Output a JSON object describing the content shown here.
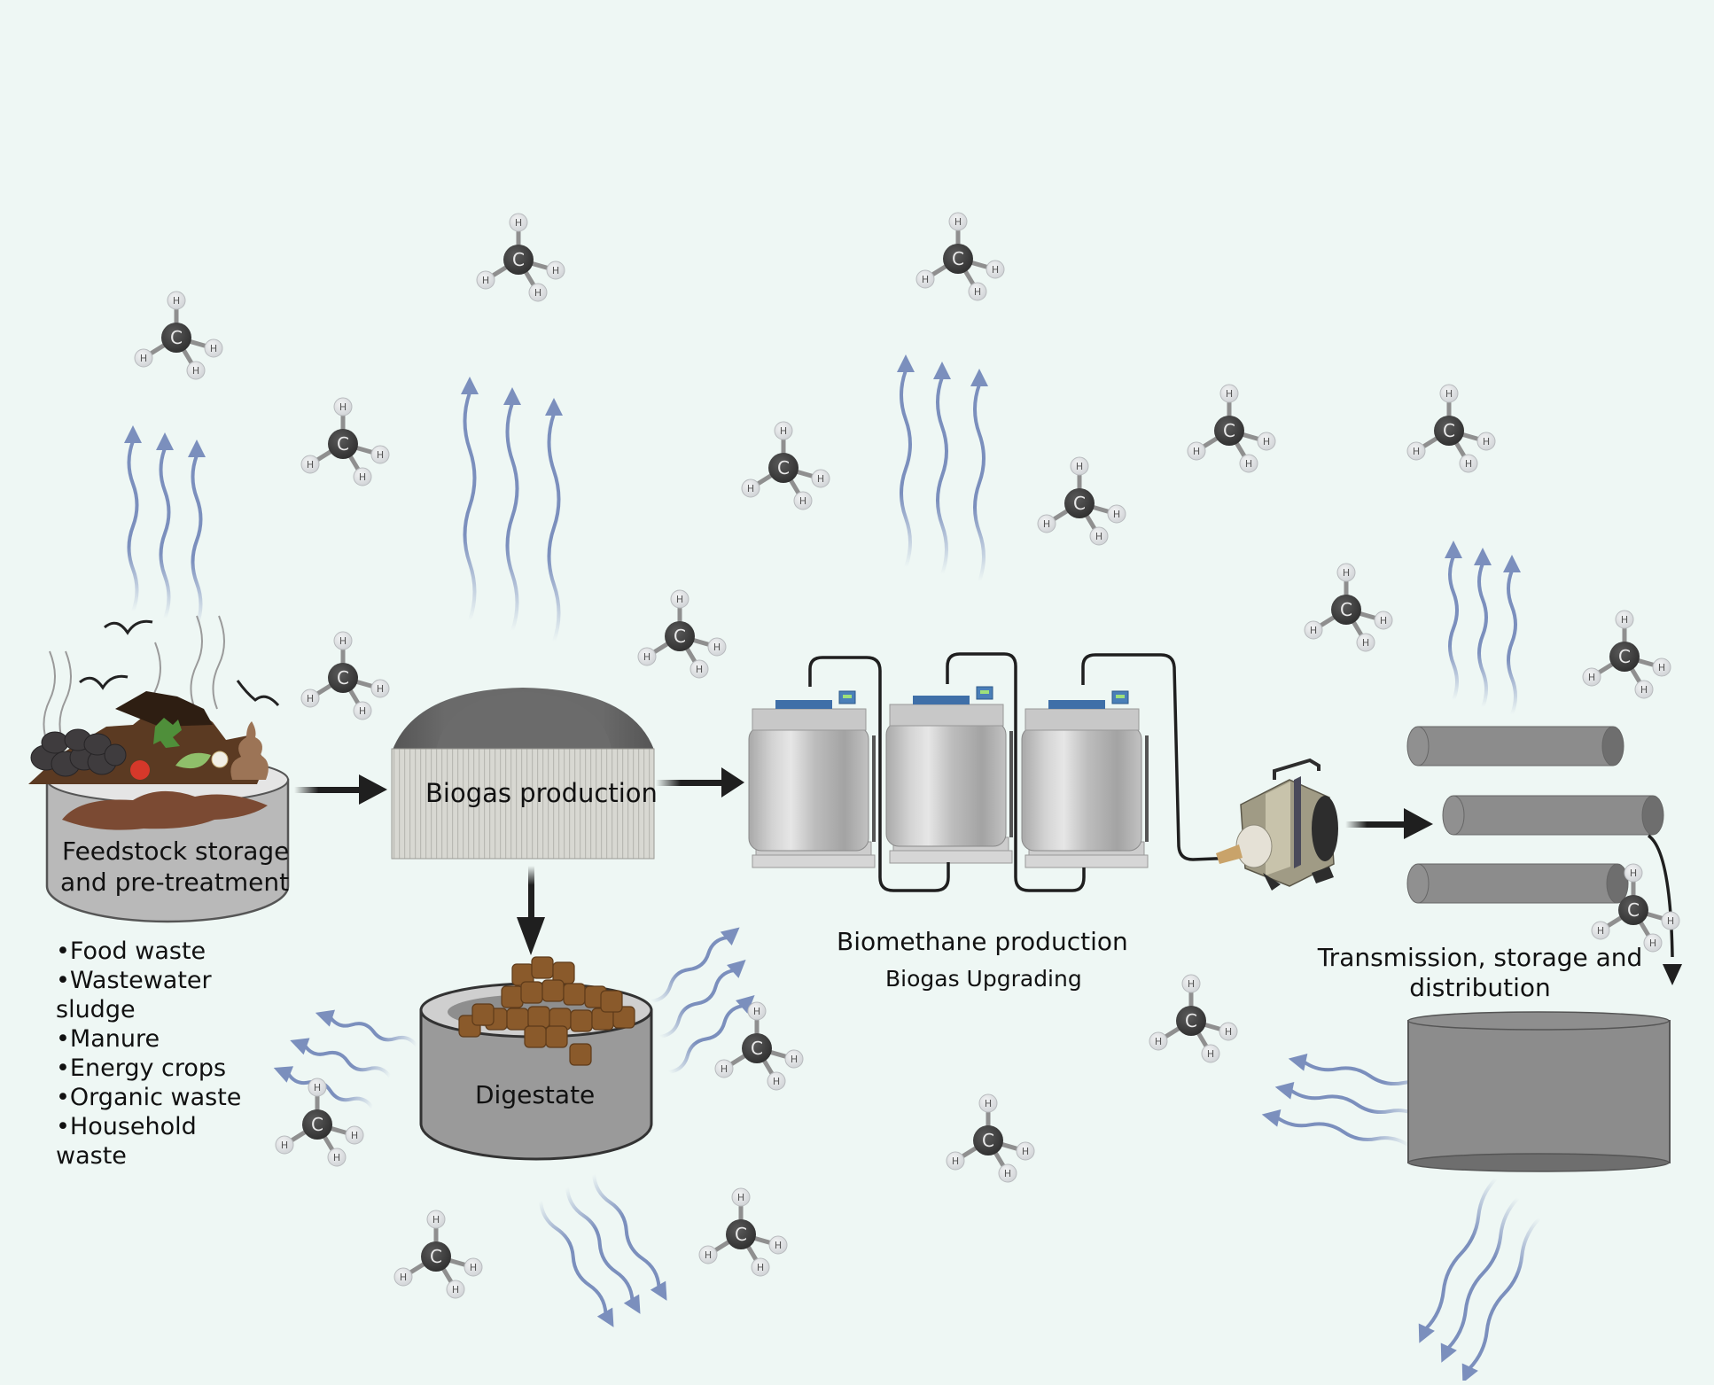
{
  "title": "Biogas to biomethane process flow",
  "colors": {
    "background": "#eef7f4",
    "wave": "#7b8fbd",
    "arrow": "#1f1f1f",
    "carbon": "#3a3a3a",
    "hydrogen": "#e2e4e6",
    "tank_gray": "#8c8c8c",
    "digestate_brown": "#8a5a2b"
  },
  "stages": {
    "feedstock": {
      "label": "Feedstock storage and pre-treatment",
      "label_line1": "Feedstock storage",
      "label_line2": "and pre-treatment",
      "items": [
        "•Food waste",
        "•Wastewater sludge",
        "•Manure",
        "•Energy crops",
        "•Organic waste",
        "•Household waste"
      ]
    },
    "biogas": {
      "label": "Biogas production"
    },
    "digestate": {
      "label": "Digestate"
    },
    "biomethane": {
      "label": "Biomethane production",
      "sublabel": "Biogas Upgrading"
    },
    "transmission": {
      "label": "Transmission, storage and distribution",
      "label_line1": "Transmission, storage and",
      "label_line2": "distribution"
    }
  },
  "molecule": {
    "center_atom": "C",
    "outer_atom": "H",
    "name": "methane"
  }
}
